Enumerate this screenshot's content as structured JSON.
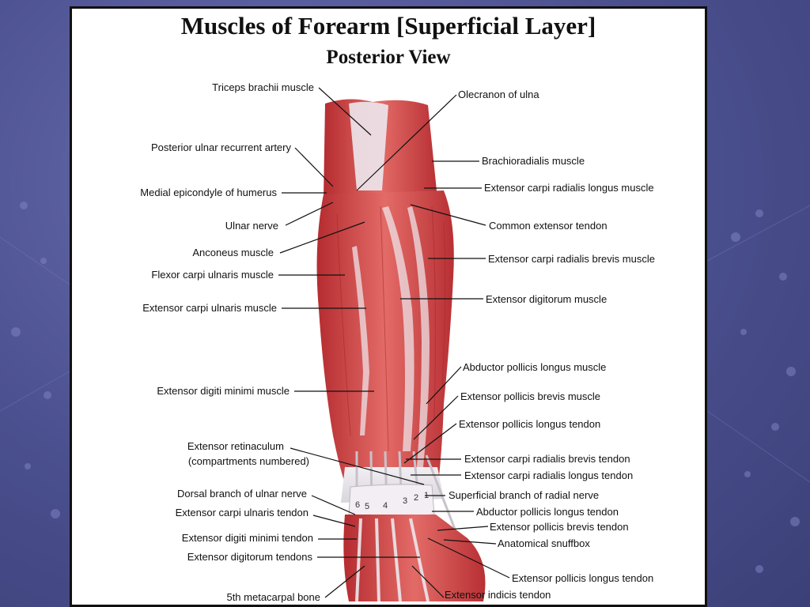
{
  "title": "Muscles of Forearm [Superficial Layer]",
  "subtitle": "Posterior View",
  "labels_left": [
    "Triceps brachii muscle",
    "Posterior ulnar recurrent artery",
    "Medial epicondyle of humerus",
    "Ulnar nerve",
    "Anconeus muscle",
    "Flexor carpi ulnaris muscle",
    "Extensor carpi ulnaris muscle",
    "Extensor digiti minimi muscle",
    "Extensor retinaculum",
    "(compartments numbered)",
    "Dorsal branch of ulnar nerve",
    "Extensor carpi ulnaris tendon",
    "Extensor digiti minimi tendon",
    "Extensor digitorum tendons",
    "5th metacarpal bone"
  ],
  "labels_right": [
    "Olecranon of ulna",
    "Brachioradialis muscle",
    "Extensor carpi radialis longus muscle",
    "Common extensor tendon",
    "Extensor carpi radialis brevis  muscle",
    "Extensor digitorum muscle",
    "Abductor pollicis longus muscle",
    "Extensor pollicis brevis  muscle",
    "Extensor pollicis longus tendon",
    "Extensor carpi radialis brevis tendon",
    "Extensor carpi radialis longus  tendon",
    "Superficial branch of radial nerve",
    "Abductor pollicis longus tendon",
    "Extensor pollicis brevis tendon",
    "Anatomical snuffbox",
    "Extensor pollicis longus tendon",
    "Extensor indicis tendon"
  ],
  "compartments": [
    "6",
    "5",
    "4",
    "3",
    "2",
    "1"
  ],
  "colors": {
    "muscle": "#c8393a",
    "muscle_light": "#e06a66",
    "tendon": "#e9e6ea",
    "background": "#4a4f8e"
  }
}
